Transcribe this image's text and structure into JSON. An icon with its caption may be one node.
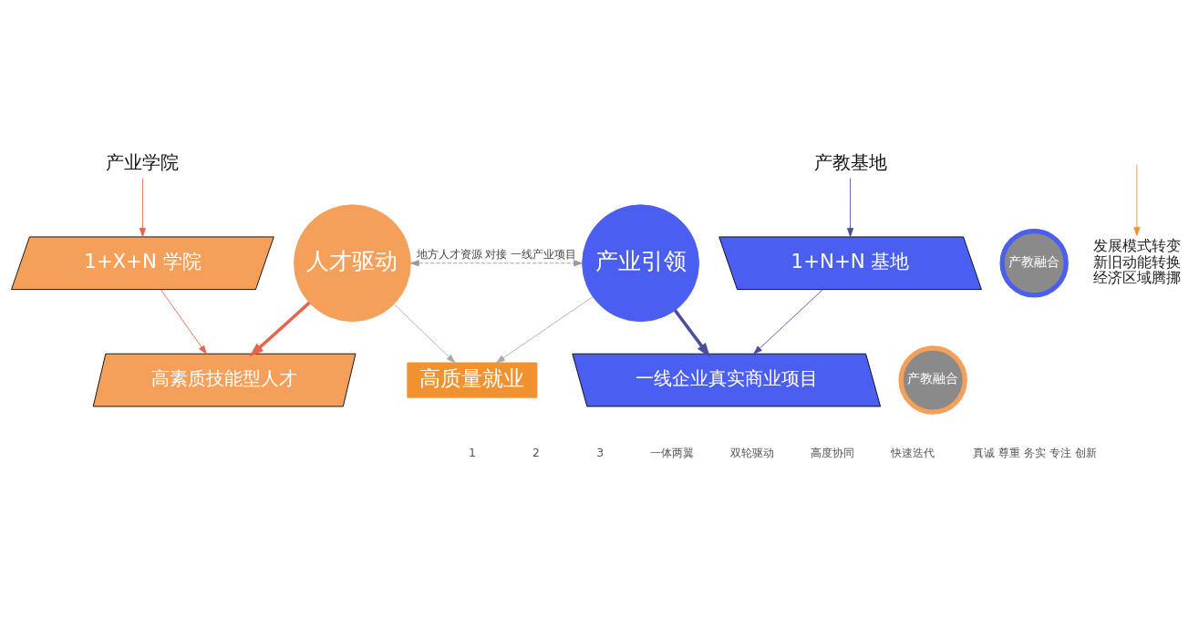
{
  "diagram": {
    "nodes": [
      {
        "text": [
          "产业学院"
        ]
      },
      {
        "text": [
          "1+X+N 学院"
        ]
      },
      {
        "text": [
          "产教融合"
        ]
      },
      {
        "text": [
          "产教基地"
        ]
      },
      {
        "text": [
          "1+N+N 基地"
        ]
      },
      {
        "text": [
          "高素质技能型人才"
        ]
      },
      {
        "text": [
          "产教融合"
        ]
      },
      {
        "text": [
          "一线企业真实商业项目"
        ]
      },
      {
        "text": [
          "人才驱动"
        ]
      },
      {
        "text": [
          "产业引领"
        ]
      },
      {
        "text": [
          "发展模式转变",
          "新旧动能转换",
          "经济区域腾挪"
        ]
      },
      {
        "text": [
          "高质量就业"
        ]
      }
    ],
    "edges": [
      {
        "from": 0,
        "to": 1,
        "arrow": "to",
        "color": "#e8634a"
      },
      {
        "from": 1,
        "to": 5,
        "arrow": "to",
        "color": "#e8634a"
      },
      {
        "from": 3,
        "to": 4,
        "arrow": "to",
        "color": "#4b4f9a"
      },
      {
        "from": 4,
        "to": 7,
        "arrow": "to",
        "color": "#4b4f9a"
      },
      {
        "from": 8,
        "to": 5,
        "arrow": "to",
        "style": "thick",
        "color": "#e8634a"
      },
      {
        "from": 9,
        "to": 7,
        "arrow": "to",
        "style": "thick",
        "color": "#4b4f9a"
      },
      {
        "from": 8,
        "to": 9,
        "arrow": "both",
        "style": "dashed",
        "color": "#999999",
        "label": "地方人才资源 对接 一线产业项目"
      },
      {
        "from": null,
        "to": 10,
        "arrow": "to",
        "color": "#f0922f"
      },
      {
        "from": 8,
        "to": 11,
        "arrow": "to",
        "color": "#aaaaaa"
      },
      {
        "from": 9,
        "to": 11,
        "arrow": "to",
        "color": "#aaaaaa"
      }
    ],
    "labels": [
      "1",
      "2",
      "3",
      "一体两翼",
      "双轮驱动",
      "高度协同",
      "快速迭代",
      "真诚 尊重 务实 专注 创新"
    ]
  }
}
